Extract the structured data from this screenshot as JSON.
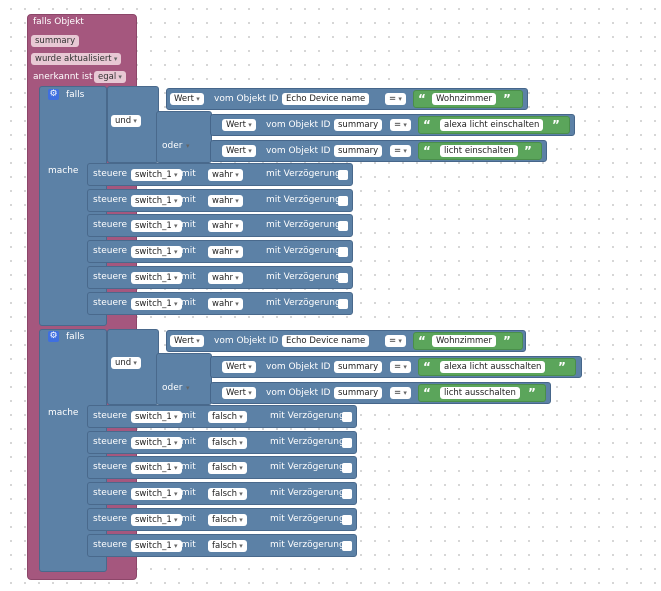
{
  "trigger": {
    "title": "falls Objekt",
    "object": "summary",
    "event": "wurde aktualisiert",
    "ack_label": "anerkannt ist",
    "ack_value": "egal"
  },
  "blocks": [
    {
      "if_label": "falls",
      "do_label": "mache",
      "and_label": "und",
      "or_label": "oder",
      "cond1": {
        "prop": "Wert",
        "of_label": "vom Objekt ID",
        "object": "Echo Device name",
        "op": "=",
        "text": "Wohnzimmer"
      },
      "cond2": {
        "prop": "Wert",
        "of_label": "vom Objekt ID",
        "object": "summary",
        "op": "=",
        "text": "alexa licht einschalten"
      },
      "cond3": {
        "prop": "Wert",
        "of_label": "vom Objekt ID",
        "object": "summary",
        "op": "=",
        "text": "licht einschalten"
      },
      "actions": [
        {
          "label": "steuere",
          "target": "switch_1",
          "with": "mit",
          "value": "wahr",
          "delay": "mit Verzögerung"
        },
        {
          "label": "steuere",
          "target": "switch_1",
          "with": "mit",
          "value": "wahr",
          "delay": "mit Verzögerung"
        },
        {
          "label": "steuere",
          "target": "switch_1",
          "with": "mit",
          "value": "wahr",
          "delay": "mit Verzögerung"
        },
        {
          "label": "steuere",
          "target": "switch_1",
          "with": "mit",
          "value": "wahr",
          "delay": "mit Verzögerung"
        },
        {
          "label": "steuere",
          "target": "switch_1",
          "with": "mit",
          "value": "wahr",
          "delay": "mit Verzögerung"
        },
        {
          "label": "steuere",
          "target": "switch_1",
          "with": "mit",
          "value": "wahr",
          "delay": "mit Verzögerung"
        }
      ]
    },
    {
      "if_label": "falls",
      "do_label": "mache",
      "and_label": "und",
      "or_label": "oder",
      "cond1": {
        "prop": "Wert",
        "of_label": "vom Objekt ID",
        "object": "Echo Device name",
        "op": "=",
        "text": "Wohnzimmer"
      },
      "cond2": {
        "prop": "Wert",
        "of_label": "vom Objekt ID",
        "object": "summary",
        "op": "=",
        "text": "alexa licht ausschalten"
      },
      "cond3": {
        "prop": "Wert",
        "of_label": "vom Objekt ID",
        "object": "summary",
        "op": "=",
        "text": "licht ausschalten"
      },
      "actions": [
        {
          "label": "steuere",
          "target": "switch_1",
          "with": "mit",
          "value": "falsch",
          "delay": "mit Verzögerung"
        },
        {
          "label": "steuere",
          "target": "switch_1",
          "with": "mit",
          "value": "falsch",
          "delay": "mit Verzögerung"
        },
        {
          "label": "steuere",
          "target": "switch_1",
          "with": "mit",
          "value": "falsch",
          "delay": "mit Verzögerung"
        },
        {
          "label": "steuere",
          "target": "switch_1",
          "with": "mit",
          "value": "falsch",
          "delay": "mit Verzögerung"
        },
        {
          "label": "steuere",
          "target": "switch_1",
          "with": "mit",
          "value": "falsch",
          "delay": "mit Verzögerung"
        },
        {
          "label": "steuere",
          "target": "switch_1",
          "with": "mit",
          "value": "falsch",
          "delay": "mit Verzögerung"
        }
      ]
    }
  ],
  "icons": {
    "settings": "gear-icon",
    "quote_open": "quote-open-icon",
    "quote_close": "quote-close-icon"
  },
  "colors": {
    "trigger": "#a5577e",
    "logic": "#5c81a6",
    "text_literal": "#5ba55b"
  }
}
